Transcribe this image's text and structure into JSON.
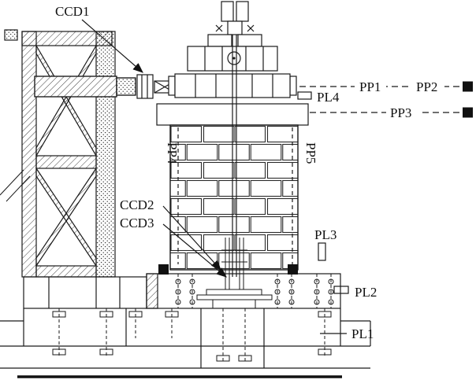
{
  "labels": {
    "ccd1": "CCD1",
    "ccd2": "CCD2",
    "ccd3": "CCD3",
    "pp1": "PP1",
    "pp2": "PP2",
    "pp3": "PP3",
    "pp4": "PP4",
    "pp5": "PP5",
    "pl1": "PL1",
    "pl2": "PL2",
    "pl3": "PL3",
    "pl4": "PL4"
  },
  "colors": {
    "ink": "#1a1a1a",
    "background": "#ffffff",
    "target_square": "#111111"
  }
}
